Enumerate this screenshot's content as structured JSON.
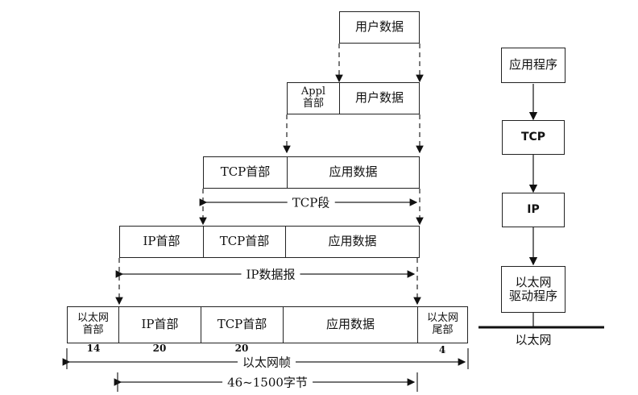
{
  "stack": {
    "user_data": "用户数据",
    "appl_header": "Appl\n首部",
    "user_data_2": "用户数据",
    "tcp_header": "TCP首部",
    "app_data": "应用数据",
    "tcp_segment": "TCP段",
    "ip_header": "IP首部",
    "tcp_header_2": "TCP首部",
    "app_data_2": "应用数据",
    "ip_datagram": "IP数据报",
    "eth_header": "以太网\n首部",
    "ip_header_2": "IP首部",
    "tcp_header_3": "TCP首部",
    "app_data_3": "应用数据",
    "eth_trailer": "以太网\n尾部",
    "size_eth_header": "14",
    "size_ip_header": "20",
    "size_tcp_header": "20",
    "size_eth_trailer": "4",
    "eth_frame": "以太网帧",
    "frame_payload_range": "46~1500字节"
  },
  "layers": {
    "application": "应用程序",
    "tcp": "TCP",
    "ip": "IP",
    "ethernet_driver": "以太网\n驱动程序",
    "ethernet": "以太网"
  }
}
